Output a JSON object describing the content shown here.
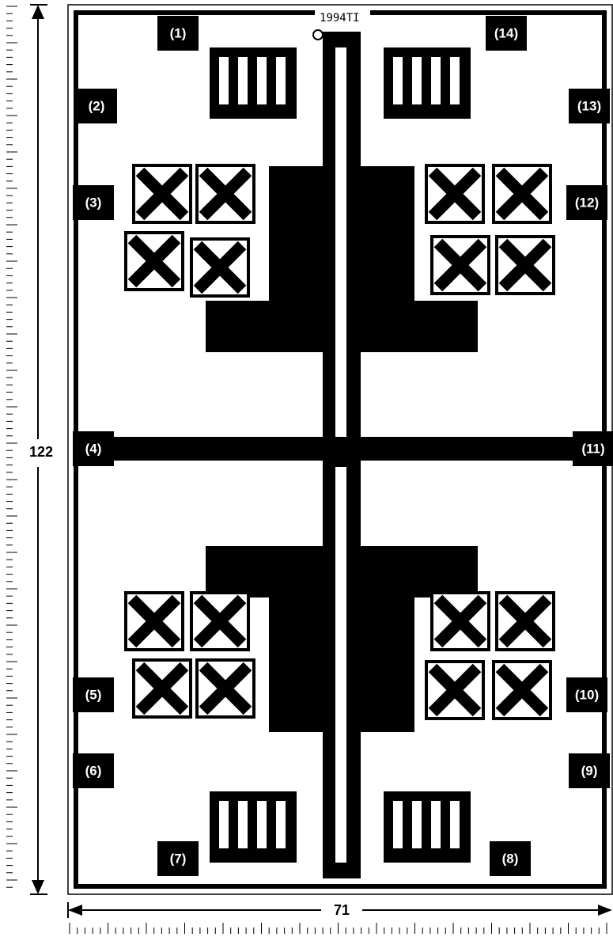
{
  "die": {
    "marking": "1994TI",
    "height_label": "122",
    "width_label": "71"
  },
  "pads": [
    {
      "label": "(1)"
    },
    {
      "label": "(2)"
    },
    {
      "label": "(3)"
    },
    {
      "label": "(4)"
    },
    {
      "label": "(5)"
    },
    {
      "label": "(6)"
    },
    {
      "label": "(7)"
    },
    {
      "label": "(8)"
    },
    {
      "label": "(9)"
    },
    {
      "label": "(10)"
    },
    {
      "label": "(11)"
    },
    {
      "label": "(12)"
    },
    {
      "label": "(13)"
    },
    {
      "label": "(14)"
    }
  ],
  "colors": {
    "metal": "#000000",
    "substrate": "#ffffff"
  }
}
